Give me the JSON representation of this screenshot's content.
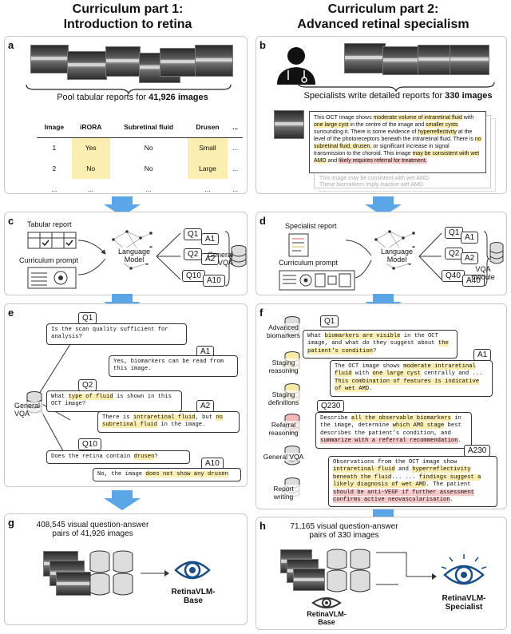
{
  "col1": {
    "title_line1": "Curriculum part 1:",
    "title_line2": "Introduction to retina"
  },
  "col2": {
    "title_line1": "Curriculum part 2:",
    "title_line2": "Advanced retinal specialism"
  },
  "a": {
    "label": "a",
    "pool_text_prefix": "Pool tabular reports for ",
    "pool_text_bold": "41,926 images",
    "table": {
      "headers": [
        "Image",
        "iRORA",
        "Subretinal fluid",
        "Drusen",
        "..."
      ],
      "rows": [
        [
          "1",
          "Yes",
          "No",
          "Small",
          "..."
        ],
        [
          "2",
          "No",
          "No",
          "Large",
          "..."
        ],
        [
          "...",
          "...",
          "...",
          "...",
          "..."
        ]
      ]
    }
  },
  "b": {
    "label": "b",
    "specialist_prefix": "Specialists write detailed reports for ",
    "specialist_bold": "330 images",
    "report_segments": [
      {
        "t": "This OCT image shows ",
        "h": ""
      },
      {
        "t": "moderate volume of intraretinal fluid",
        "h": "y"
      },
      {
        "t": " with ",
        "h": ""
      },
      {
        "t": "one large cyst",
        "h": "y"
      },
      {
        "t": " in the centre of the image and ",
        "h": ""
      },
      {
        "t": "smaller cysts",
        "h": "y"
      },
      {
        "t": " surrounding it. There is some evidence of ",
        "h": ""
      },
      {
        "t": "hyperreflectivity",
        "h": "y"
      },
      {
        "t": " at the level of the photoreceptors beneath the intraretinal fluid. There is ",
        "h": ""
      },
      {
        "t": "no subretinal fluid, drusen,",
        "h": "y"
      },
      {
        "t": " or significant increase in signal transmission to the choroid. This image ",
        "h": ""
      },
      {
        "t": "may be consistent with wet AMD",
        "h": "y"
      },
      {
        "t": " and ",
        "h": ""
      },
      {
        "t": "likely requires referral for treatment.",
        "h": "r"
      }
    ],
    "ghost_line1": "This image may be consistent with wet AMD.",
    "ghost_line2": "These biomarkers imply inactive wet AMD."
  },
  "c": {
    "label": "c",
    "tabular_report": "Tabular report",
    "curriculum_prompt": "Curriculum prompt",
    "lm_line1": "Language",
    "lm_line2": "Model",
    "qs": [
      "Q1",
      "Q2",
      "Q10"
    ],
    "as": [
      "A1",
      "A2",
      "A10"
    ],
    "out_line1": "General",
    "out_line2": "VQA"
  },
  "d": {
    "label": "d",
    "specialist_report": "Specialist report",
    "curriculum_prompt": "Curriculum prompt",
    "lm_line1": "Language",
    "lm_line2": "Model",
    "qs": [
      "Q1",
      "Q2",
      "Q40"
    ],
    "as": [
      "A1",
      "A2",
      "A40"
    ],
    "out_line1": "VQA",
    "out_line2": "module"
  },
  "e": {
    "label": "e",
    "db_line1": "General",
    "db_line2": "VQA",
    "q1_tag": "Q1",
    "q1": "Is the scan quality sufficient for analysis?",
    "a1_tag": "A1",
    "a1": "Yes, biomarkers can be read from this image.",
    "q2_tag": "Q2",
    "q2_segments": [
      {
        "t": "What ",
        "h": ""
      },
      {
        "t": "type of fluid",
        "h": "y"
      },
      {
        "t": " is shown in this OCT image?",
        "h": ""
      }
    ],
    "a2_tag": "A2",
    "a2_segments": [
      {
        "t": "There is ",
        "h": ""
      },
      {
        "t": "intraretinal fluid",
        "h": "y"
      },
      {
        "t": ", but ",
        "h": ""
      },
      {
        "t": "no subretinal fluid",
        "h": "y"
      },
      {
        "t": " in the image.",
        "h": ""
      }
    ],
    "q10_tag": "Q10",
    "q10_segments": [
      {
        "t": "Does the retina contain ",
        "h": ""
      },
      {
        "t": "drusen",
        "h": "y"
      },
      {
        "t": "?",
        "h": ""
      }
    ],
    "a10_tag": "A10",
    "a10_segments": [
      {
        "t": "No, the image ",
        "h": ""
      },
      {
        "t": "does not show any drusen",
        "h": "y"
      }
    ]
  },
  "f": {
    "label": "f",
    "dbs": [
      "Advanced biomarkers",
      "Staging reasoning",
      "Staging definitions",
      "Referral reasoning",
      "General VQA",
      "Report writing"
    ],
    "q1_tag": "Q1",
    "q1_segments": [
      {
        "t": "What ",
        "h": ""
      },
      {
        "t": "biomarkers are visible",
        "h": "y"
      },
      {
        "t": " in the OCT image, and what do they suggest about ",
        "h": ""
      },
      {
        "t": "the patient's condition",
        "h": "y"
      },
      {
        "t": "?",
        "h": ""
      }
    ],
    "a1_tag": "A1",
    "a1_segments": [
      {
        "t": "The OCT image shows ",
        "h": ""
      },
      {
        "t": "moderate intraretinal fluid",
        "h": "y"
      },
      {
        "t": " with ",
        "h": ""
      },
      {
        "t": "one large cyst",
        "h": "y"
      },
      {
        "t": " centrally and ... ",
        "h": ""
      },
      {
        "t": "This combination of features is indicative of wet AMD",
        "h": "y"
      },
      {
        "t": ".",
        "h": ""
      }
    ],
    "q230_tag": "Q230",
    "q230_segments": [
      {
        "t": "Describe ",
        "h": ""
      },
      {
        "t": "all the observable biomarkers",
        "h": "y"
      },
      {
        "t": " in the image, determine ",
        "h": ""
      },
      {
        "t": "which AMD stage",
        "h": "y"
      },
      {
        "t": " best describes the patient's condition, and ",
        "h": ""
      },
      {
        "t": "summarize with a referral recommendation",
        "h": "r"
      },
      {
        "t": ".",
        "h": ""
      }
    ],
    "a230_tag": "A230",
    "a230_segments": [
      {
        "t": "Observations from the OCT image show ",
        "h": ""
      },
      {
        "t": "intraretinal fluid",
        "h": "y"
      },
      {
        "t": " and ",
        "h": ""
      },
      {
        "t": "hyperreflectivity beneath the fluid",
        "h": "y"
      },
      {
        "t": "... ... ",
        "h": ""
      },
      {
        "t": "findings suggest a likely diagnosis of wet AMD",
        "h": "y"
      },
      {
        "t": ". The patient ",
        "h": ""
      },
      {
        "t": "should be anti-VEGF if further assessment confirms active neovascularisation",
        "h": "r"
      },
      {
        "t": ".",
        "h": ""
      }
    ]
  },
  "g": {
    "label": "g",
    "pairs_line1": "408,545 visual question-answer",
    "pairs_line2": "pairs of 41,926 images",
    "model_line1": "RetinaVLM-",
    "model_line2": "Base"
  },
  "h": {
    "label": "h",
    "pairs_line1": "71,165 visual question-answer",
    "pairs_line2": "pairs of 330 images",
    "base_line1": "RetinaVLM-",
    "base_line2": "Base",
    "model_line1": "RetinaVLM-",
    "model_line2": "Specialist"
  },
  "colors": {
    "arrow": "#5aa6e6",
    "highlight_yellow": "#fbeeb0",
    "highlight_red": "#f8c9c9",
    "panel_border": "#c9c9c9"
  }
}
